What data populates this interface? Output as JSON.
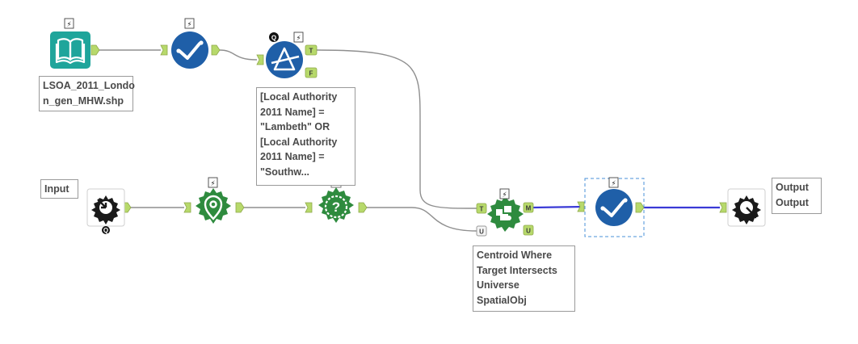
{
  "canvas": {
    "background": "#ffffff"
  },
  "colors": {
    "connector_gray": "#8f8f8f",
    "connector_blue": "#3a3ad6",
    "anchor_green": "#b7d96b",
    "input_teal": "#1fa59b",
    "prep_blue": "#1f5fa8",
    "spatial_green": "#2e8b3e",
    "macro_black": "#1a1a1a",
    "selection_blue": "#4a90d9"
  },
  "tools": {
    "input_data": {
      "icon": "book-icon",
      "label_lines": [
        "LSOA_2011_Londo",
        "n_gen_MHW.shp"
      ]
    },
    "select_1": {
      "icon": "checkmark-icon"
    },
    "filter": {
      "icon": "triangle-a-icon",
      "true_anchor": "T",
      "false_anchor": "F",
      "expression_lines": [
        "[Local Authority",
        "2011 Name] =",
        "\"Lambeth\" OR",
        "[Local Authority",
        "2011 Name] =",
        "\"Southw..."
      ]
    },
    "macro_input": {
      "icon": "macro-input-icon",
      "label_lines": [
        "Input"
      ]
    },
    "create_points": {
      "icon": "pin-icon"
    },
    "spatial_question": {
      "icon": "question-icon"
    },
    "spatial_match": {
      "icon": "puzzle-icon",
      "anchor_t": "T",
      "anchor_u": "U",
      "out_m": "M",
      "out_u": "U",
      "label_lines": [
        "Centroid Where",
        "Target Intersects",
        "Universe",
        "SpatialObj"
      ]
    },
    "select_2": {
      "icon": "checkmark-icon"
    },
    "macro_output": {
      "icon": "macro-output-icon",
      "label_lines": [
        "Output",
        "Output"
      ]
    }
  },
  "badges": {
    "lightning": "⚡",
    "q": "Q"
  }
}
